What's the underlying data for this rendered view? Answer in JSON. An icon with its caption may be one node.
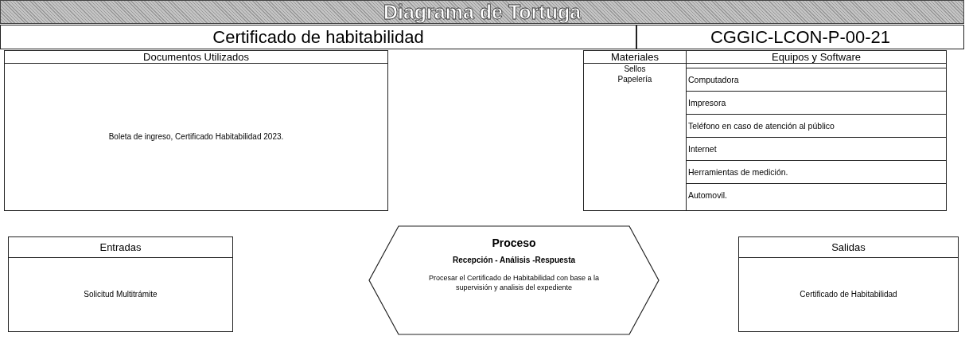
{
  "diagram": {
    "title": "Diagrama de Tortuga",
    "nodes": [
      {
        "text": [
          "Certificado de habitabilidad"
        ]
      },
      {
        "text": [
          "CGGIC-LCON-P-00-21"
        ]
      },
      {
        "text": [
          "Documentos Utilizados",
          "Boleta de ingreso, Certificado Habitabilidad 2023."
        ]
      },
      {
        "text": [
          "Materiales",
          "Sellos",
          "Papelería"
        ]
      },
      {
        "text": [
          "Equipos y Software"
        ]
      },
      {
        "text": [
          "Computadora"
        ],
        "in": 4
      },
      {
        "text": [
          "Impresora"
        ],
        "in": 4
      },
      {
        "text": [
          "Teléfono en caso de atención al público"
        ],
        "in": 4
      },
      {
        "text": [
          "Internet"
        ],
        "in": 4
      },
      {
        "text": [
          "Herramientas de medición."
        ],
        "in": 4
      },
      {
        "text": [
          "Automovil."
        ],
        "in": 4
      },
      {
        "text": [
          "Entradas",
          "Solicitud Multitrámite"
        ]
      },
      {
        "text": [
          "Proceso",
          "Recepción - Análisis -Respuesta",
          "Procesar el Certificado de Habitabilidad con base a la supervisión y analisis del expediente"
        ]
      },
      {
        "text": [
          "Salidas",
          "Certificado de Habitabilidad"
        ]
      }
    ],
    "edges": []
  }
}
